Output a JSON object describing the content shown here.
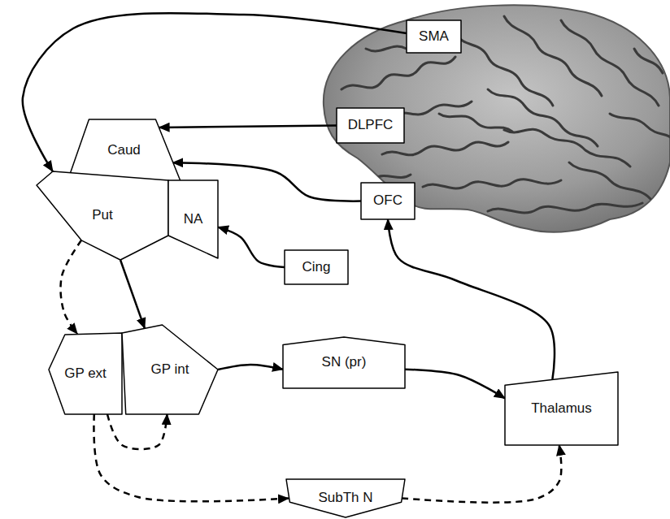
{
  "diagram": {
    "nodes": [
      {
        "text": [
          "SMA"
        ]
      },
      {
        "text": [
          "Caud"
        ]
      },
      {
        "text": [
          "DLPFC"
        ]
      },
      {
        "text": [
          "OFC"
        ]
      },
      {
        "text": [
          "Put"
        ]
      },
      {
        "text": [
          "NA"
        ]
      },
      {
        "text": [
          "Cing"
        ]
      },
      {
        "text": [
          "GP ext"
        ]
      },
      {
        "text": [
          "GP int"
        ]
      },
      {
        "text": [
          "SN (pr)"
        ]
      },
      {
        "text": [
          "Thalamus"
        ]
      },
      {
        "text": [
          "SubTh N"
        ]
      }
    ],
    "edges": [
      {
        "from": 0,
        "to": 4,
        "arrow": "to"
      },
      {
        "from": 2,
        "to": 1,
        "arrow": "to"
      },
      {
        "from": 3,
        "to": 1,
        "arrow": "to"
      },
      {
        "from": 6,
        "to": 5,
        "arrow": "to"
      },
      {
        "from": 4,
        "to": 7,
        "arrow": "to"
      },
      {
        "from": 4,
        "to": 8,
        "arrow": "to"
      },
      {
        "from": 8,
        "to": 9,
        "arrow": "to"
      },
      {
        "from": 9,
        "to": 10,
        "arrow": "to"
      },
      {
        "from": 10,
        "to": 3,
        "arrow": "to"
      },
      {
        "from": 7,
        "to": 8,
        "arrow": "to"
      },
      {
        "from": 7,
        "to": 11,
        "arrow": "to"
      },
      {
        "from": 11,
        "to": 10,
        "arrow": "to"
      }
    ]
  }
}
